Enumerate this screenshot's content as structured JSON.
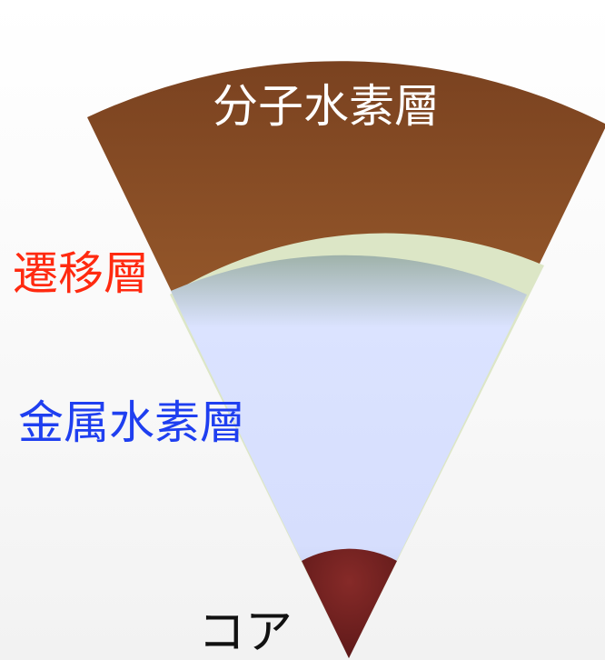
{
  "labels": {
    "molecular_hydrogen": "分子水素層",
    "transition": "遷移層",
    "metallic_hydrogen": "金属水素層",
    "core": "コア"
  },
  "colors": {
    "transition_label": "#ff2a10",
    "metallic_label": "#1f3ff0",
    "molecular_layer_top": "#7e4420",
    "molecular_layer_bottom": "#b97238",
    "transition_layer": "#dde7c8",
    "metallic_layer_top": "#a7bab4",
    "metallic_layer_mid": "#dfe7ff",
    "metallic_layer_bottom": "#b8c2e6",
    "core": "#6e2020"
  }
}
